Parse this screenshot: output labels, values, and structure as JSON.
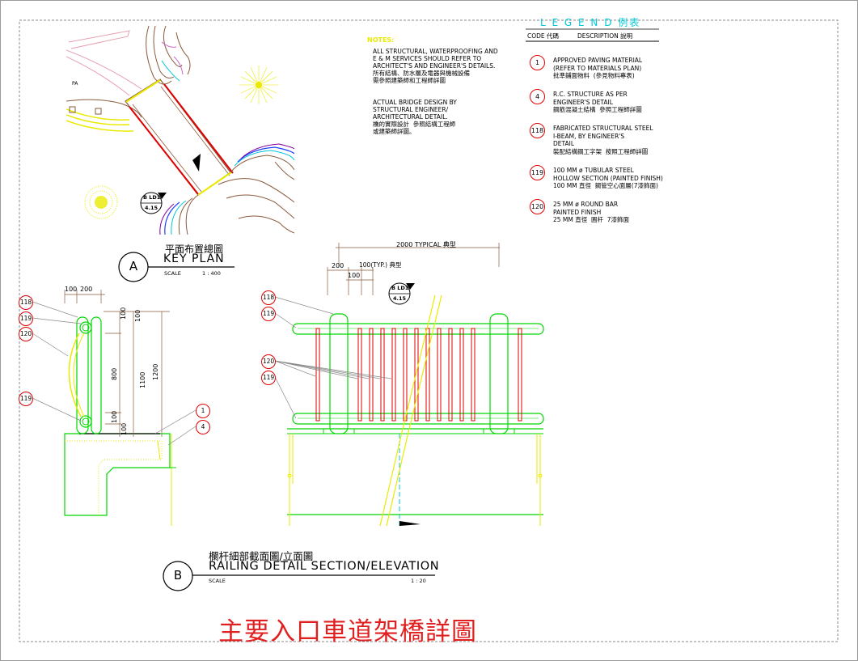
{
  "legend": {
    "title": "L E G E N D  例表",
    "code_header": "CODE 代碼",
    "description_header": "DESCRIPTION  說明",
    "items": [
      {
        "code": "1",
        "lines": [
          "APPROVED PAVING MATERIAL",
          "(REFER TO MATERIALS PLAN)",
          "批準鋪面物料  (參見物料專表)"
        ]
      },
      {
        "code": "4",
        "lines": [
          "R.C. STRUCTURE AS PER",
          "ENGINEER'S DETAIL",
          "鋼筋混凝土結構  參照工程師詳圖"
        ]
      },
      {
        "code": "118",
        "lines": [
          "FABRICATED STRUCTURAL STEEL",
          "I-BEAM, BY ENGINEER'S",
          "DETAIL",
          "裝配結構鋼工字架  按照工程師詳圖"
        ]
      },
      {
        "code": "119",
        "lines": [
          "100 MM ø TUBULAR STEEL",
          "HOLLOW SECTION (PAINTED FINISH)",
          "100 MM 直徑  鋼管空心面層(7漆飾面)"
        ]
      },
      {
        "code": "120",
        "lines": [
          "25 MM ø ROUND BAR",
          "PAINTED FINISH",
          "25 MM 直徑  圓杆  7漆飾面"
        ]
      }
    ]
  },
  "notes": {
    "heading": "NOTES:",
    "para1": [
      "ALL STRUCTURAL, WATERPROOFING AND",
      "E & M SERVICES SHOULD REFER TO",
      "ARCHITECT'S AND ENGINEER'S DETAILS.",
      "所有結構、防水層及電器與機械設備",
      "需參照建築師和工程師詳圖"
    ],
    "para2": [
      "ACTUAL BRIDGE DESIGN BY",
      "STRUCTURAL ENGINEER/",
      "ARCHITECTURAL DETAIL.",
      "橋的實際設計  參照結構工程師",
      "或建築師詳圖。"
    ]
  },
  "key_plan": {
    "marker": "A",
    "title_cn": "平面布置總圖",
    "title_en": "KEY PLAN",
    "scale_label": "SCALE",
    "scale_value": "1 : 400",
    "area_label": "PA",
    "section_ref_top": "B LD1",
    "section_ref_bottom": "4.15"
  },
  "railing_detail": {
    "marker": "B",
    "title_cn": "欄杆細部截面圖/立面圖",
    "title_en": "RAILING DETAIL SECTION/ELEVATION",
    "scale_label": "SCALE",
    "scale_value": "1 : 20",
    "section_ref_top": "B LD1",
    "section_ref_bottom": "4.15",
    "dims_section": {
      "top_a": "100",
      "top_b": "200",
      "d100a": "100",
      "d100b": "100",
      "d800": "800",
      "d1100": "1100",
      "d1200": "1200",
      "d100c": "100",
      "d100d": "100"
    },
    "dims_elevation": {
      "typical": "2000 TYPICAL 典型",
      "d200": "200",
      "d100_typ": "100(TYP.) 典型",
      "d100": "100"
    },
    "callouts_section": [
      "118",
      "119",
      "120",
      "119",
      "1",
      "4"
    ],
    "callouts_elevation": [
      "118",
      "119",
      "120",
      "119"
    ]
  },
  "drawing_title": "主要入口車道架橋詳圖",
  "colors": {
    "red": "#e00000",
    "green": "#00d800",
    "yellow": "#eaea00",
    "cyan": "#00c8d8",
    "blue": "#2040ff",
    "purple": "#8000a0",
    "brown": "#8a5a3c",
    "pink": "#e0a0b0",
    "grey": "#888888",
    "title_red": "#e02020"
  }
}
